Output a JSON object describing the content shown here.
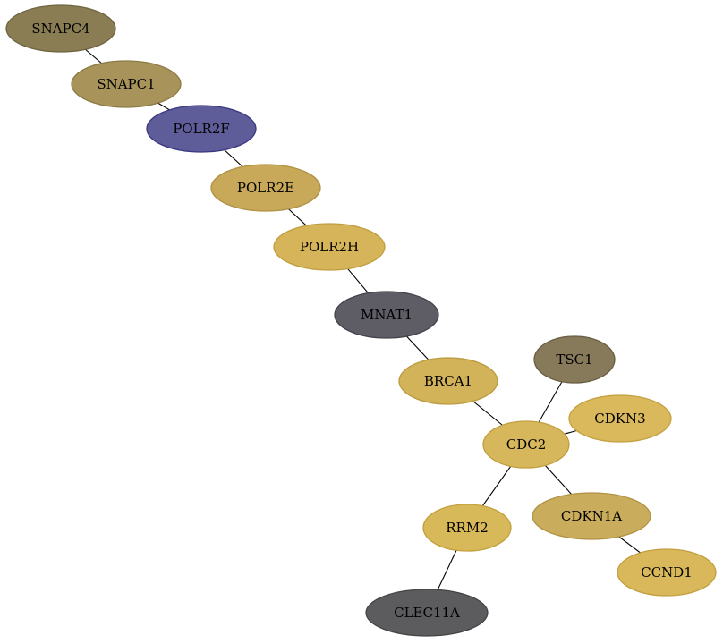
{
  "network": {
    "nodes": [
      {
        "id": "SNAPC4",
        "label": "SNAPC4",
        "fill": "#8b7d53",
        "stroke": "#6e6440"
      },
      {
        "id": "SNAPC1",
        "label": "SNAPC1",
        "fill": "#a8945a",
        "stroke": "#8c7b45"
      },
      {
        "id": "POLR2F",
        "label": "POLR2F",
        "fill": "#5f5c9a",
        "stroke": "#3b3880"
      },
      {
        "id": "POLR2E",
        "label": "POLR2E",
        "fill": "#c8a95a",
        "stroke": "#b09040"
      },
      {
        "id": "POLR2H",
        "label": "POLR2H",
        "fill": "#d6b55a",
        "stroke": "#c09e3e"
      },
      {
        "id": "MNAT1",
        "label": "MNAT1",
        "fill": "#5e5d66",
        "stroke": "#44434c"
      },
      {
        "id": "BRCA1",
        "label": "BRCA1",
        "fill": "#d3b35a",
        "stroke": "#bc9a3e"
      },
      {
        "id": "TSC1",
        "label": "TSC1",
        "fill": "#877a5b",
        "stroke": "#6a5f44"
      },
      {
        "id": "CDKN3",
        "label": "CDKN3",
        "fill": "#d9b95c",
        "stroke": "#c4a140"
      },
      {
        "id": "CDC2",
        "label": "CDC2",
        "fill": "#d6b75b",
        "stroke": "#c09f3f"
      },
      {
        "id": "RRM2",
        "label": "RRM2",
        "fill": "#d8b95a",
        "stroke": "#c2a03d"
      },
      {
        "id": "CDKN1A",
        "label": "CDKN1A",
        "fill": "#c9ac5c",
        "stroke": "#b09342"
      },
      {
        "id": "CCND1",
        "label": "CCND1",
        "fill": "#d8b85b",
        "stroke": "#c29f3f"
      },
      {
        "id": "CLEC11A",
        "label": "CLEC11A",
        "fill": "#5c5c5e",
        "stroke": "#444446"
      }
    ],
    "edges": [
      [
        "SNAPC4",
        "SNAPC1"
      ],
      [
        "SNAPC1",
        "POLR2F"
      ],
      [
        "POLR2F",
        "POLR2E"
      ],
      [
        "POLR2E",
        "POLR2H"
      ],
      [
        "POLR2H",
        "MNAT1"
      ],
      [
        "MNAT1",
        "BRCA1"
      ],
      [
        "BRCA1",
        "CDC2"
      ],
      [
        "TSC1",
        "CDC2"
      ],
      [
        "CDKN3",
        "CDC2"
      ],
      [
        "CDC2",
        "RRM2"
      ],
      [
        "CDC2",
        "CDKN1A"
      ],
      [
        "CDKN1A",
        "CCND1"
      ],
      [
        "RRM2",
        "CLEC11A"
      ]
    ]
  }
}
